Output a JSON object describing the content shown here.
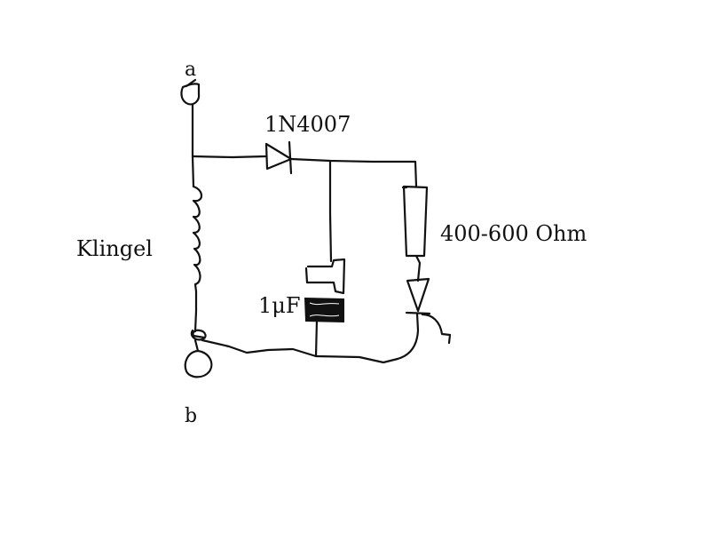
{
  "diagram": {
    "title": "",
    "stroke_color": "#111111",
    "labels": {
      "terminal_a": "a",
      "terminal_b": "b",
      "diode": "1N4007",
      "resistor": "400-600 Ohm",
      "bell": "Klingel",
      "capacitor": "1μF"
    },
    "components": [
      {
        "name": "terminal-a",
        "kind": "terminal"
      },
      {
        "name": "terminal-b",
        "kind": "terminal"
      },
      {
        "name": "bell-coil",
        "kind": "coil"
      },
      {
        "name": "rectifier-diode",
        "kind": "diode"
      },
      {
        "name": "series-resistor",
        "kind": "resistor"
      },
      {
        "name": "capacitor",
        "kind": "capacitor"
      },
      {
        "name": "thyristor",
        "kind": "thyristor"
      }
    ]
  }
}
